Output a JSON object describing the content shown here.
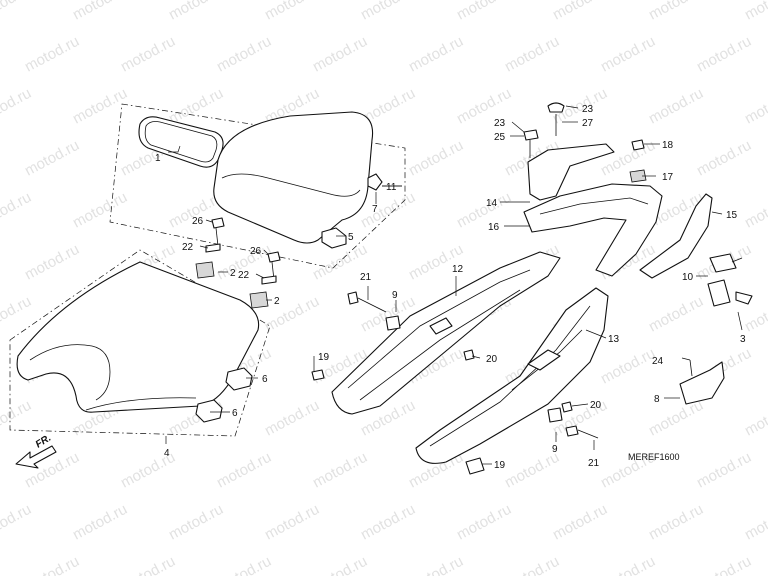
{
  "watermark": "motod.ru",
  "diagram_code": "MEREF1600",
  "front_arrow_label": "FR.",
  "callouts": {
    "p1": "1",
    "p2a": "2",
    "p2b": "2",
    "p3": "3",
    "p4": "4",
    "p5": "5",
    "p6a": "6",
    "p6b": "6",
    "p7": "7",
    "p8": "8",
    "p9a": "9",
    "p9b": "9",
    "p10": "10",
    "p11": "11",
    "p12": "12",
    "p13": "13",
    "p14": "14",
    "p15": "15",
    "p16": "16",
    "p17": "17",
    "p18": "18",
    "p19a": "19",
    "p19b": "19",
    "p20a": "20",
    "p20b": "20",
    "p21a": "21",
    "p21b": "21",
    "p22a": "22",
    "p22b": "22",
    "p23a": "23",
    "p23b": "23",
    "p24": "24",
    "p25": "25",
    "p26a": "26",
    "p26b": "26",
    "p27": "27"
  }
}
